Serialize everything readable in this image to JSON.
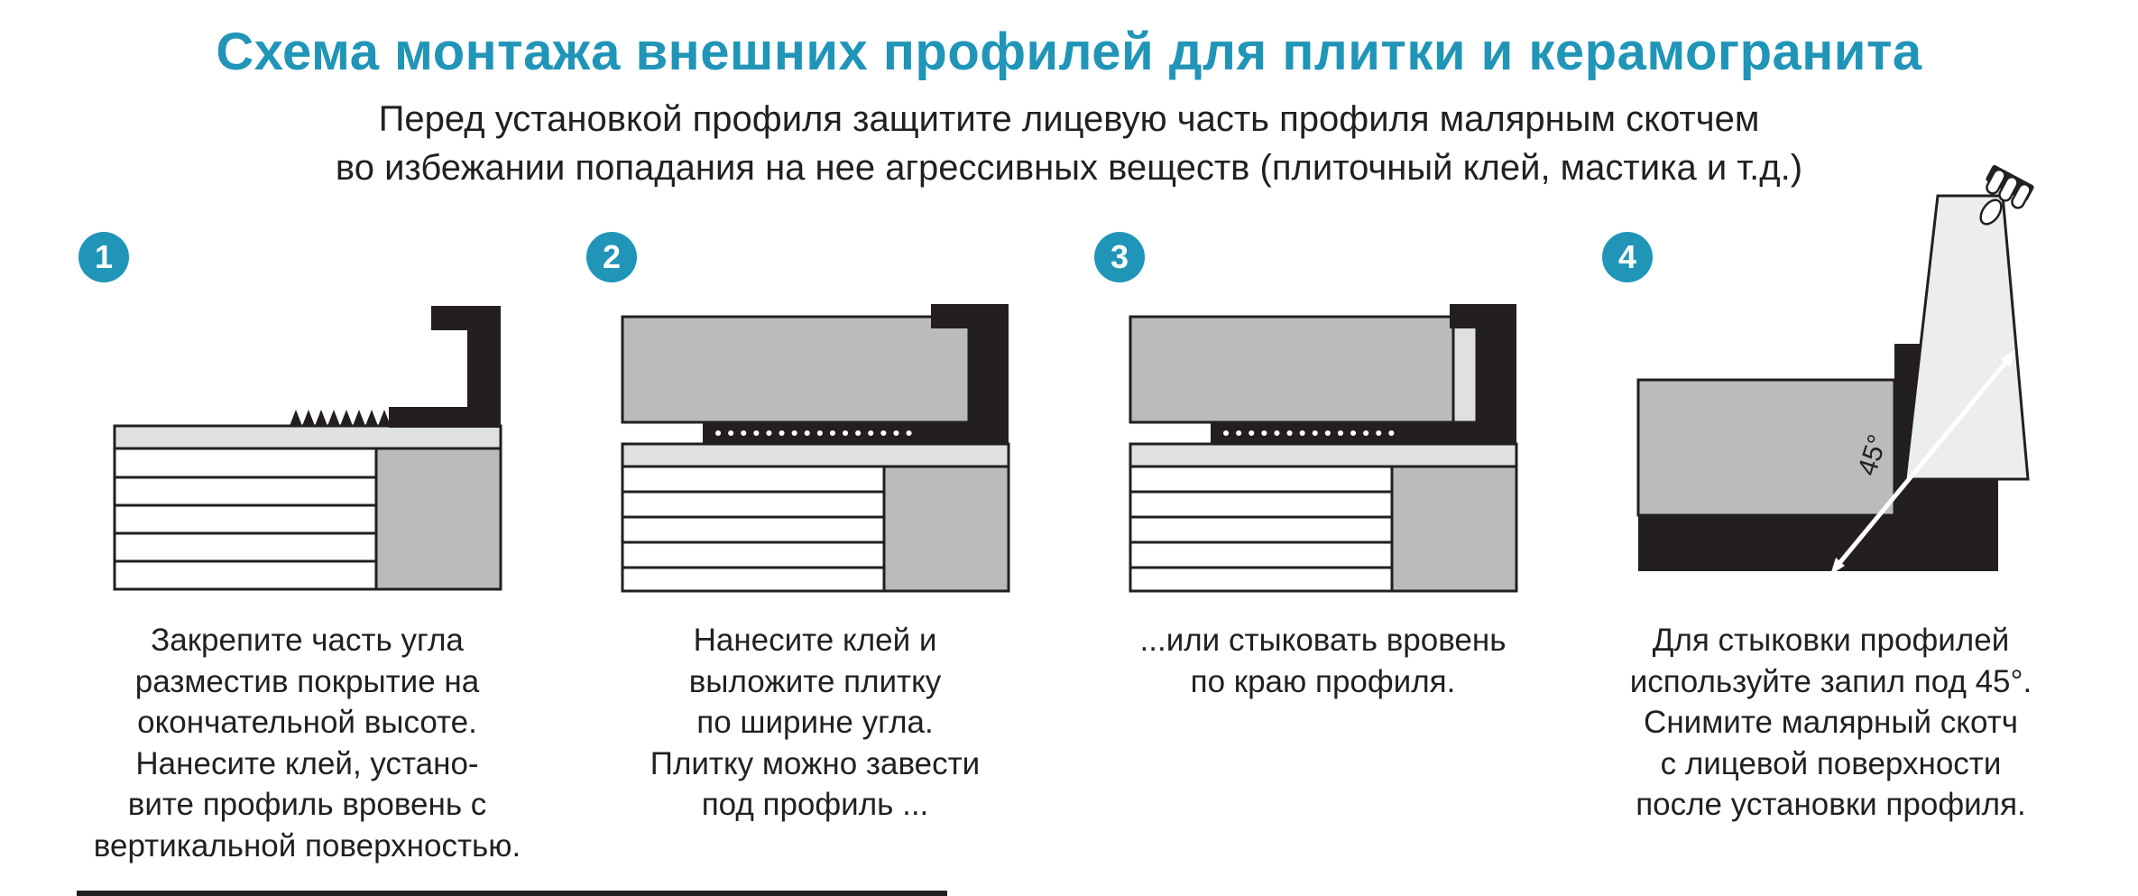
{
  "title": "Схема монтажа внешних профилей для плитки и керамогранита",
  "subtitle": {
    "line1": "Перед установкой профиля защитите лицевую часть профиля малярным скотчем",
    "line2": "во избежании попадания на нее агрессивных веществ (плиточный клей, мастика и т.д.)"
  },
  "colors": {
    "accent": "#2095b8",
    "ink": "#231f20",
    "tile_gray": "#b9bbbd",
    "light_gray": "#dfe0e1",
    "tape": "#eceded"
  },
  "steps": [
    {
      "number": "1",
      "caption": "Закрепите часть угла\nразместив покрытие на\nокончательной высоте.\nНанесите клей, устано-\nвите профиль вровень с\nвертикальной поверхностью."
    },
    {
      "number": "2",
      "caption": "Нанесите клей и\nвыложите плитку\nпо ширине угла.\nПлитку можно завести\nпод профиль ..."
    },
    {
      "number": "3",
      "caption": "...или стыковать вровень\nпо краю профиля."
    },
    {
      "number": "4",
      "caption": "Для стыковки профилей\nиспользуйте запил под 45°.\nСнимите малярный скотч\nс лицевой поверхности\nпосле установки профиля."
    }
  ],
  "diagram_labels": {
    "angle": "45°"
  }
}
